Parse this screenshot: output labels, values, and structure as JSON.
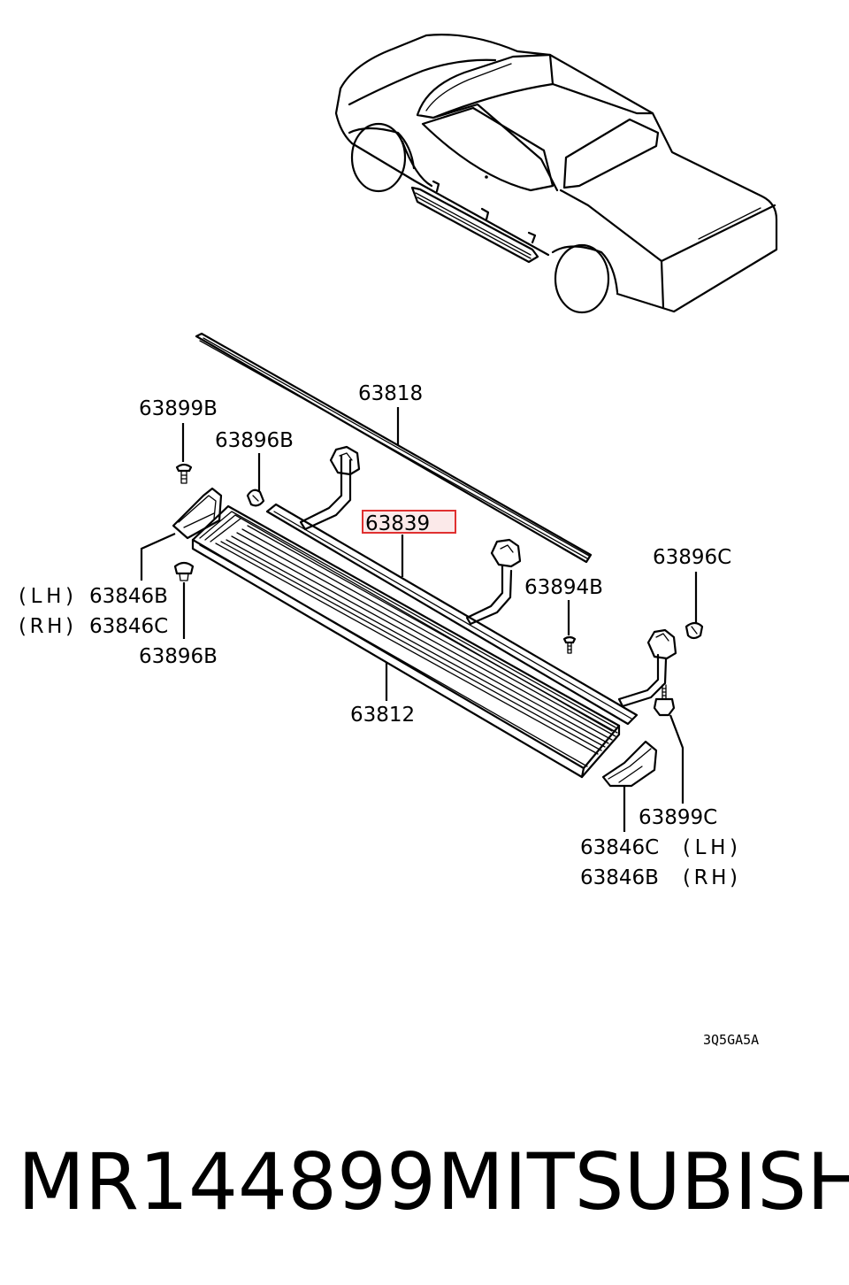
{
  "labels": {
    "p63818": "63818",
    "p63899b": "63899B",
    "p63896b_top": "63896B",
    "p63839": "63839",
    "p63896c": "63896C",
    "p63894b": "63894B",
    "lh_prefix": "(LH)",
    "p63846b_left": "63846B",
    "rh_prefix": "(RH)",
    "p63846c_left": "63846C",
    "p63896b_bottom": "63896B",
    "p63812": "63812",
    "p63899c": "63899C",
    "p63846c_right": "63846C",
    "lh_suffix": "(LH)",
    "p63846b_right": "63846B",
    "rh_suffix": "(RH)"
  },
  "diagram_code": "3Q5GA5A",
  "footer": {
    "part_number": "MR144899",
    "brand": "MITSUBISHI"
  },
  "highlight_color": "#e03030"
}
